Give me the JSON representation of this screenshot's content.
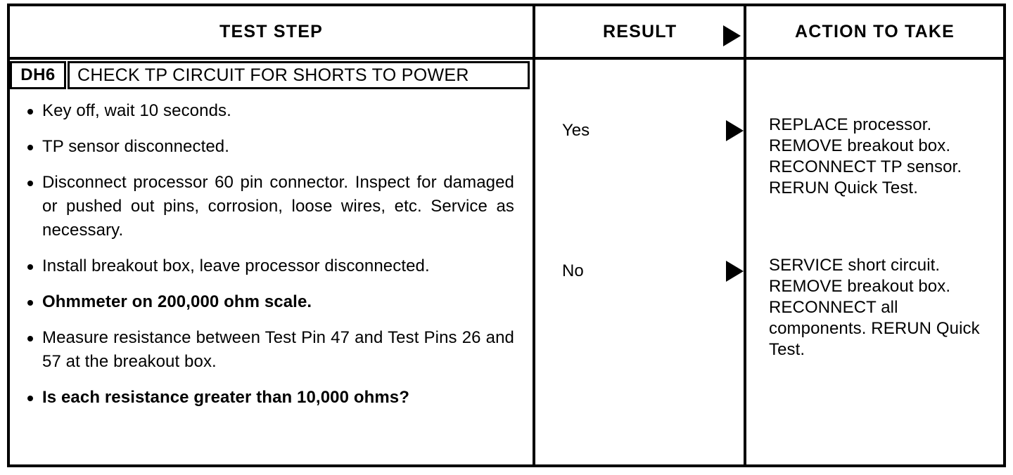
{
  "table": {
    "headers": {
      "test_step": "TEST STEP",
      "result": "RESULT",
      "action": "ACTION TO TAKE",
      "result_arrow_icon": "triangle-right-icon"
    },
    "step": {
      "code": "DH6",
      "title": "CHECK TP CIRCUIT FOR SHORTS TO POWER",
      "items": [
        {
          "text": "Key off, wait 10 seconds.",
          "bold": false
        },
        {
          "text": "TP sensor disconnected.",
          "bold": false
        },
        {
          "text": "Disconnect processor 60 pin connector. Inspect for damaged or pushed out pins, corrosion, loose wires, etc. Service as necessary.",
          "bold": false
        },
        {
          "text": "Install breakout box, leave processor disconnected.",
          "bold": false
        },
        {
          "text": "Ohmmeter on 200,000 ohm scale.",
          "bold": false
        },
        {
          "text": "Measure resistance between Test Pin 47 and Test Pins 26 and 57 at the breakout box.",
          "bold": false
        },
        {
          "text": "Is each resistance greater than 10,000 ohms?",
          "bold": true
        }
      ]
    },
    "branches": [
      {
        "result": "Yes",
        "arrow_icon": "triangle-right-icon",
        "action": "REPLACE processor. REMOVE breakout box. RECONNECT TP sensor. RERUN Quick Test."
      },
      {
        "result": "No",
        "arrow_icon": "triangle-right-icon",
        "action": "SERVICE short circuit. REMOVE breakout box. RECONNECT all components. RERUN Quick Test."
      }
    ]
  },
  "colors": {
    "ink": "#000000",
    "paper": "#ffffff"
  }
}
